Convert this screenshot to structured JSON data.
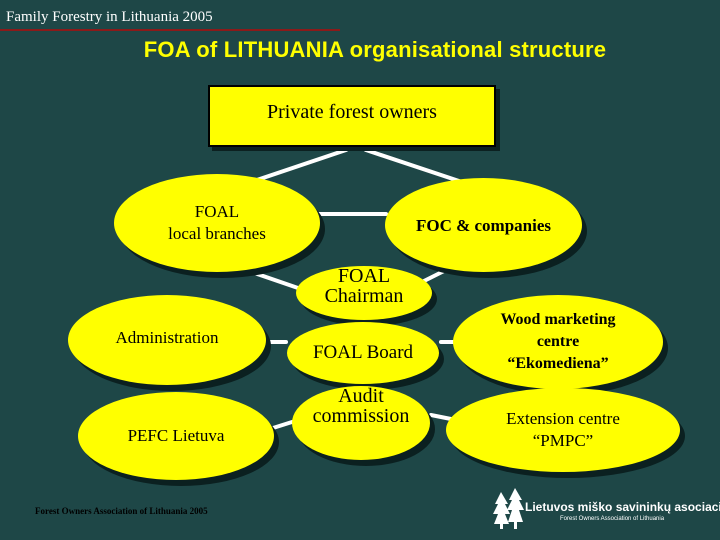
{
  "header": {
    "text": "Family Forestry in Lithuania 2005"
  },
  "title": "FOA of LITHUANIA organisational structure",
  "nodes": {
    "private_owners": "Private forest owners",
    "foal_local_l1": "FOAL",
    "foal_local_l2": "local branches",
    "foc": "FOC & companies",
    "chairman_l1": "FOAL",
    "chairman_l2": "Chairman",
    "administration": "Administration",
    "board": "FOAL Board",
    "wood_l1": "Wood marketing",
    "wood_l2": "centre",
    "wood_l3": "“Ekomediena”",
    "pefc": "PEFC Lietuva",
    "audit_l1": "Audit",
    "audit_l2": "commission",
    "extension_l1": "Extension centre",
    "extension_l2": "“PMPC”"
  },
  "footer": {
    "text": "Forest Owners Association of Lithuania 2005"
  },
  "logo": {
    "main": "Lietuvos miško savininkų asociacija",
    "sub": "Forest Owners Association of Lithuania",
    "icon": "tree-logo-icon"
  },
  "colors": {
    "background": "#1e4747",
    "node_fill": "#ffff00",
    "title": "#ffff00",
    "connector": "#ffffff",
    "rule": "#8b1a1a"
  }
}
